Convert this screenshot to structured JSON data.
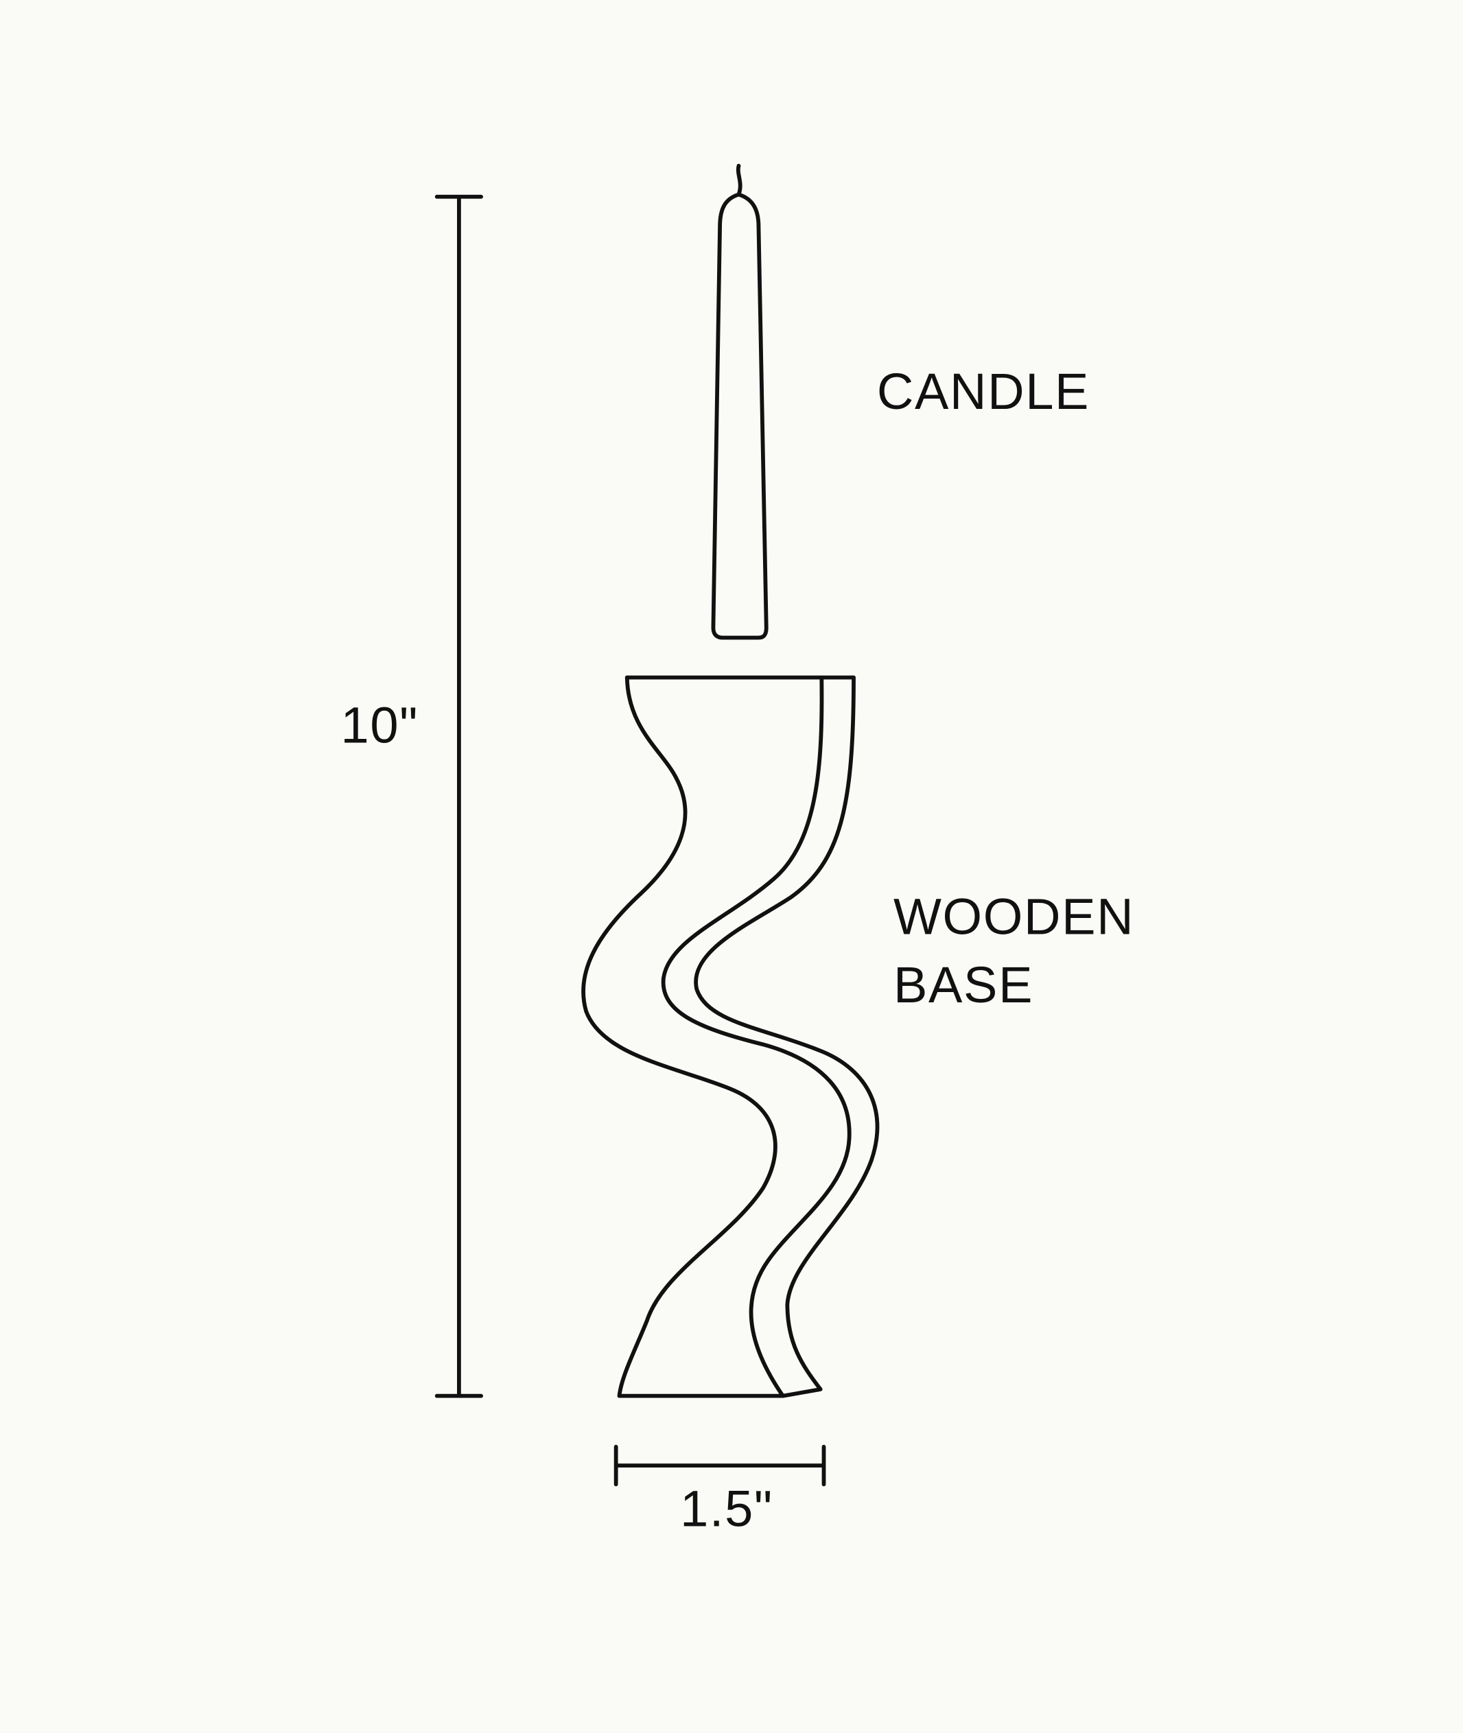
{
  "labels": {
    "height_dimension": "10\"",
    "width_dimension": "1.5\"",
    "candle": "CANDLE",
    "base_line1": "WOODEN",
    "base_line2": "BASE"
  },
  "colors": {
    "background": "#fafaf6",
    "line": "#111111"
  }
}
